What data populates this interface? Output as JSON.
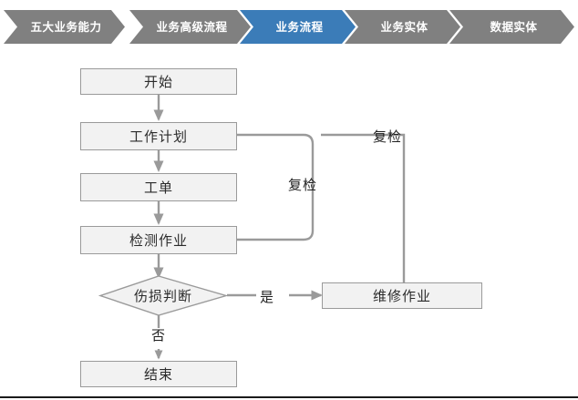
{
  "breadcrumb": {
    "active_color": "#3b7cb8",
    "inactive_color": "#808080",
    "text_color": "#ffffff",
    "items": [
      {
        "label": "五大业务能力",
        "active": false
      },
      {
        "label": "业务高级流程",
        "active": false
      },
      {
        "label": "业务流程",
        "active": true
      },
      {
        "label": "业务实体",
        "active": false
      },
      {
        "label": "数据实体",
        "active": false
      }
    ]
  },
  "diagram": {
    "title": "业务流程",
    "node_fill": "#f2f2f2",
    "node_border": "#9a9a9a",
    "connector_color": "#9a9a9a",
    "nodes": [
      {
        "id": "start",
        "label": "开始",
        "shape": "rect"
      },
      {
        "id": "work_plan",
        "label": "工作计划",
        "shape": "rect"
      },
      {
        "id": "work_order",
        "label": "工单",
        "shape": "rect"
      },
      {
        "id": "inspection",
        "label": "检测作业",
        "shape": "rect"
      },
      {
        "id": "decision",
        "label": "伤损判断",
        "shape": "diamond"
      },
      {
        "id": "repair",
        "label": "维修作业",
        "shape": "rect"
      },
      {
        "id": "end",
        "label": "结束",
        "shape": "rect"
      }
    ],
    "edge_labels": {
      "yes": "是",
      "no": "否",
      "recheck_inner": "复检",
      "recheck_outer": "复检"
    }
  }
}
